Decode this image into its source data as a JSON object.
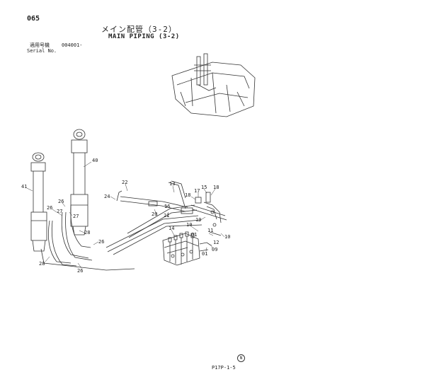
{
  "header": {
    "page_number": "065",
    "title_jp": "メイン配管（3-2）",
    "title_en": "MAIN PIPING (3-2)",
    "serial_label_jp": "適用号機",
    "serial_range": "004001-",
    "serial_label_en": "Serial No."
  },
  "footer": {
    "code": "P17P-1-5",
    "mark": "N"
  },
  "callouts": [
    {
      "id": "c40",
      "text": "40"
    },
    {
      "id": "c41",
      "text": "41"
    },
    {
      "id": "c26a",
      "text": "26"
    },
    {
      "id": "c26b",
      "text": "26"
    },
    {
      "id": "c27a",
      "text": "27"
    },
    {
      "id": "c27b",
      "text": "27"
    },
    {
      "id": "c28a",
      "text": "28"
    },
    {
      "id": "c28b",
      "text": "28"
    },
    {
      "id": "c26c",
      "text": "26"
    },
    {
      "id": "c26d",
      "text": "26"
    },
    {
      "id": "c22",
      "text": "22"
    },
    {
      "id": "c24",
      "text": "24"
    },
    {
      "id": "c13",
      "text": "13"
    },
    {
      "id": "c16",
      "text": "16"
    },
    {
      "id": "c20",
      "text": "20"
    },
    {
      "id": "c21",
      "text": "21"
    },
    {
      "id": "c14",
      "text": "14"
    },
    {
      "id": "c18a",
      "text": "18"
    },
    {
      "id": "c17",
      "text": "17"
    },
    {
      "id": "c15",
      "text": "15"
    },
    {
      "id": "c18b",
      "text": "18"
    },
    {
      "id": "c19",
      "text": "19"
    },
    {
      "id": "c10a",
      "text": "10"
    },
    {
      "id": "c01a",
      "text": "01"
    },
    {
      "id": "c10b",
      "text": "10"
    },
    {
      "id": "c11",
      "text": "11"
    },
    {
      "id": "c12",
      "text": "12"
    },
    {
      "id": "c09",
      "text": "09"
    },
    {
      "id": "c01b",
      "text": "01"
    }
  ]
}
